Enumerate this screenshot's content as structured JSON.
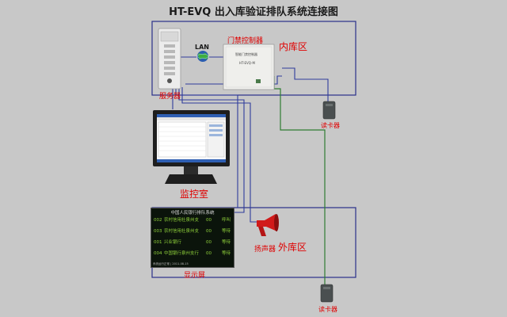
{
  "title": "HT-EVQ 出入库验证排队系统连接图",
  "labels": {
    "lan": "LAN",
    "access_controller": "门禁控制器",
    "inner_zone": "内库区",
    "server": "服务器",
    "card_reader_top": "读卡器",
    "monitoring_room": "监控室",
    "display_screen": "显示屏",
    "speaker": "扬声器",
    "outer_zone": "外库区",
    "card_reader_bottom": "读卡器"
  },
  "controller_panel": {
    "line1": "智能门禁控制器",
    "line2": "HT-EVQ-M"
  },
  "display": {
    "title": "中国人民银行排队系统",
    "rows": [
      {
        "code": "002",
        "name": "农村信用社泉州支",
        "amount": "00",
        "status": "呼叫"
      },
      {
        "code": "003",
        "name": "农村信用社泉州支",
        "amount": "00",
        "status": "等待"
      },
      {
        "code": "001",
        "name": "兴业银行",
        "amount": "00",
        "status": "等待"
      },
      {
        "code": "004",
        "name": "中国银行泉州支行",
        "amount": "00",
        "status": "等待"
      }
    ],
    "footer": "系统运行正常 | 2011-08-15"
  },
  "colors": {
    "background": "#c8c8c8",
    "zone_border": "#2a2f8a",
    "network_line": "#2f3c9c",
    "reader_line": "#2e7d32",
    "label_red": "#e00000",
    "display_text": "#8fd13a"
  }
}
